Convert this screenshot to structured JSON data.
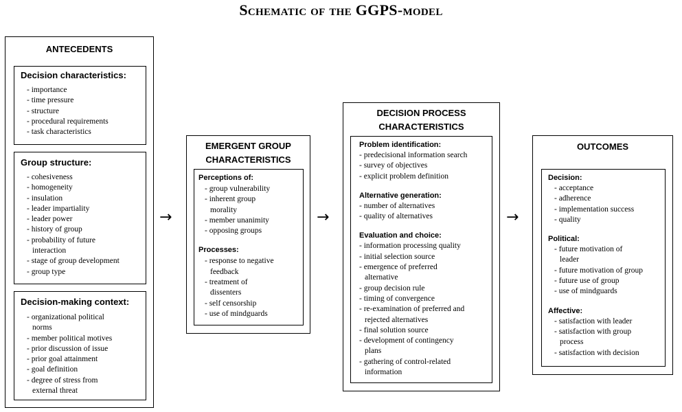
{
  "title": "Schematic of the GGPS-model",
  "arrow_glyph": "→",
  "antecedents": {
    "heading": "ANTECEDENTS",
    "decision_characteristics": {
      "title": "Decision characteristics:",
      "items": [
        [
          "- importance"
        ],
        [
          "- time pressure"
        ],
        [
          "- structure"
        ],
        [
          "- procedural requirements"
        ],
        [
          "- task characteristics"
        ]
      ]
    },
    "group_structure": {
      "title": "Group structure:",
      "items": [
        [
          "- cohesiveness"
        ],
        [
          "- homogeneity"
        ],
        [
          "- insulation"
        ],
        [
          "- leader impartiality"
        ],
        [
          "- leader power"
        ],
        [
          "- history of group"
        ],
        [
          "- probability of future",
          "interaction"
        ],
        [
          "- stage of group development"
        ],
        [
          "- group type"
        ]
      ]
    },
    "decision_making_context": {
      "title": "Decision-making context:",
      "items": [
        [
          "- organizational political",
          "norms"
        ],
        [
          "- member political motives"
        ],
        [
          "- prior discussion of issue"
        ],
        [
          "- prior goal attainment"
        ],
        [
          "- goal definition"
        ],
        [
          "- degree of stress from",
          "external threat"
        ]
      ]
    }
  },
  "emergent": {
    "heading_line1": "EMERGENT GROUP",
    "heading_line2": "CHARACTERISTICS",
    "perceptions": {
      "title": "Perceptions of:",
      "items": [
        [
          "- group vulnerability"
        ],
        [
          "- inherent group",
          "morality"
        ],
        [
          "- member unanimity"
        ],
        [
          "- opposing groups"
        ]
      ]
    },
    "processes": {
      "title": "Processes:",
      "items": [
        [
          "- response to negative",
          "feedback"
        ],
        [
          "- treatment of",
          "dissenters"
        ],
        [
          "- self censorship"
        ],
        [
          "- use of mindguards"
        ]
      ]
    }
  },
  "decision_process": {
    "heading_line1": "DECISION PROCESS",
    "heading_line2": "CHARACTERISTICS",
    "problem_identification": {
      "title": "Problem identification:",
      "items": [
        [
          "- predecisional information search"
        ],
        [
          "- survey of objectives"
        ],
        [
          "- explicit problem definition"
        ]
      ]
    },
    "alternative_generation": {
      "title": "Alternative generation:",
      "items": [
        [
          "- number of alternatives"
        ],
        [
          "- quality of alternatives"
        ]
      ]
    },
    "evaluation_and_choice": {
      "title": "Evaluation and choice:",
      "items": [
        [
          "- information processing quality"
        ],
        [
          "- initial selection source"
        ],
        [
          "- emergence of preferred",
          "alternative"
        ],
        [
          "- group decision rule"
        ],
        [
          "- timing of convergence"
        ],
        [
          "- re-examination of preferred and",
          "rejected alternatives"
        ],
        [
          "- final solution source"
        ],
        [
          "- development of contingency",
          "plans"
        ],
        [
          "- gathering of control-related",
          "information"
        ]
      ]
    }
  },
  "outcomes": {
    "heading": "OUTCOMES",
    "decision": {
      "title": "Decision:",
      "items": [
        [
          "- acceptance"
        ],
        [
          "- adherence"
        ],
        [
          "- implementation success"
        ],
        [
          "- quality"
        ]
      ]
    },
    "political": {
      "title": "Political:",
      "items": [
        [
          "- future motivation of",
          "leader"
        ],
        [
          "- future motivation of group"
        ],
        [
          "- future use of group"
        ],
        [
          "- use of mindguards"
        ]
      ]
    },
    "affective": {
      "title": "Affective:",
      "items": [
        [
          "- satisfaction with leader"
        ],
        [
          "- satisfaction with group",
          "process"
        ],
        [
          "- satisfaction with decision"
        ]
      ]
    }
  }
}
